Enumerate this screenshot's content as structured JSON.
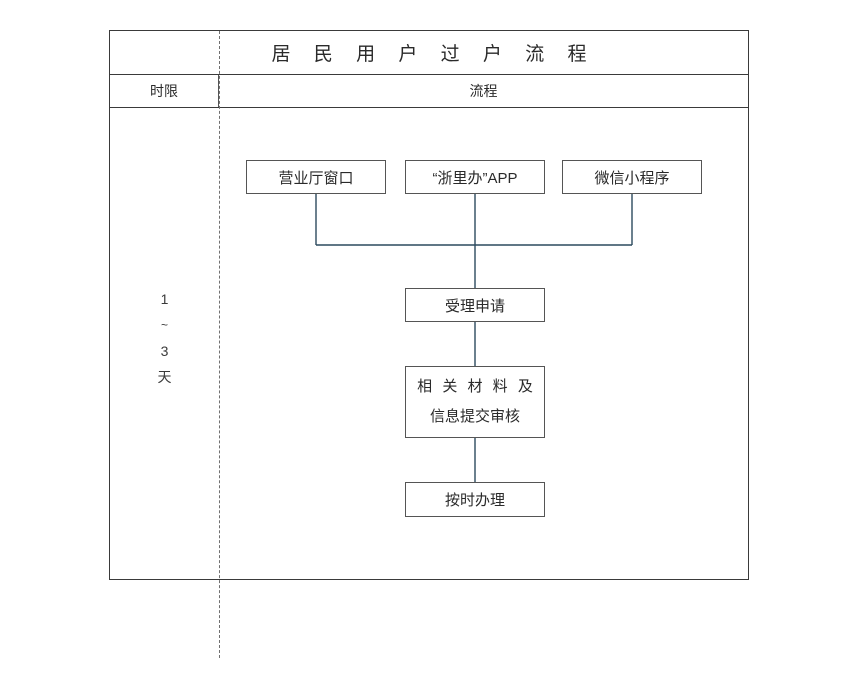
{
  "document": {
    "title": "居 民 用 户 过 户 流 程"
  },
  "table": {
    "headers": {
      "limit": "时限",
      "flow": "流程"
    }
  },
  "time_limit": {
    "lines": [
      "1",
      "~",
      "3",
      "天"
    ],
    "meaning": "1~3 天"
  },
  "flow": {
    "entry_nodes": [
      {
        "id": "hall",
        "label": "营业厅窗口"
      },
      {
        "id": "app",
        "label": "“浙里办”APP"
      },
      {
        "id": "wechat",
        "label": "微信小程序"
      }
    ],
    "process_nodes": [
      {
        "id": "accept",
        "label": "受理申请"
      },
      {
        "id": "material",
        "line1": "相 关 材 料 及",
        "line2": "信息提交审核"
      },
      {
        "id": "handle",
        "label": "按时办理"
      }
    ]
  },
  "colors": {
    "frame": "#3a3a3a",
    "node_border": "#555555",
    "connector": "#2c4a5e",
    "dashed_divider": "#707070",
    "text": "#2a2a2a",
    "background": "#ffffff"
  }
}
